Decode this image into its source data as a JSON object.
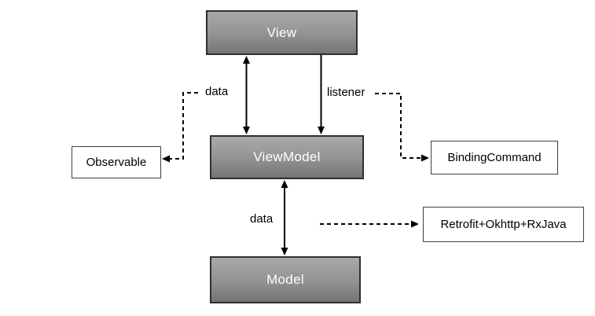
{
  "diagram": {
    "type": "architecture-flow",
    "nodes": {
      "view": {
        "label": "View",
        "kind": "gray"
      },
      "viewmodel": {
        "label": "ViewModel",
        "kind": "gray"
      },
      "model": {
        "label": "Model",
        "kind": "gray"
      },
      "observable": {
        "label": "Observable",
        "kind": "white"
      },
      "binding_command": {
        "label": "BindingCommand",
        "kind": "white"
      },
      "retrofit": {
        "label": "Retrofit+Okhttp+RxJava",
        "kind": "white"
      }
    },
    "edges": [
      {
        "from": "View",
        "to": "ViewModel",
        "style": "solid-double-arrow",
        "label": "data"
      },
      {
        "from": "View",
        "to": "ViewModel",
        "style": "solid-arrow-down",
        "label": "listener"
      },
      {
        "from": "ViewModel",
        "to": "Model",
        "style": "solid-double-arrow",
        "label": "data"
      },
      {
        "from": "ViewModel",
        "to": "Observable",
        "style": "dashed-arrow",
        "label": ""
      },
      {
        "from": "ViewModel",
        "to": "BindingCommand",
        "style": "dashed-arrow",
        "label": ""
      },
      {
        "from": "ViewModel",
        "to": "Retrofit+Okhttp+RxJava",
        "style": "dashed-arrow",
        "label": ""
      }
    ],
    "colors": {
      "background": "#ffffff",
      "gray_node_fill_top": "#a9a9a9",
      "gray_node_fill_bottom": "#747474",
      "gray_node_border": "#2f2f2f",
      "gray_node_text": "#ffffff",
      "white_node_fill": "#ffffff",
      "white_node_border": "#3f3f3f",
      "line_color": "#000000",
      "label_text": "#000000"
    }
  }
}
